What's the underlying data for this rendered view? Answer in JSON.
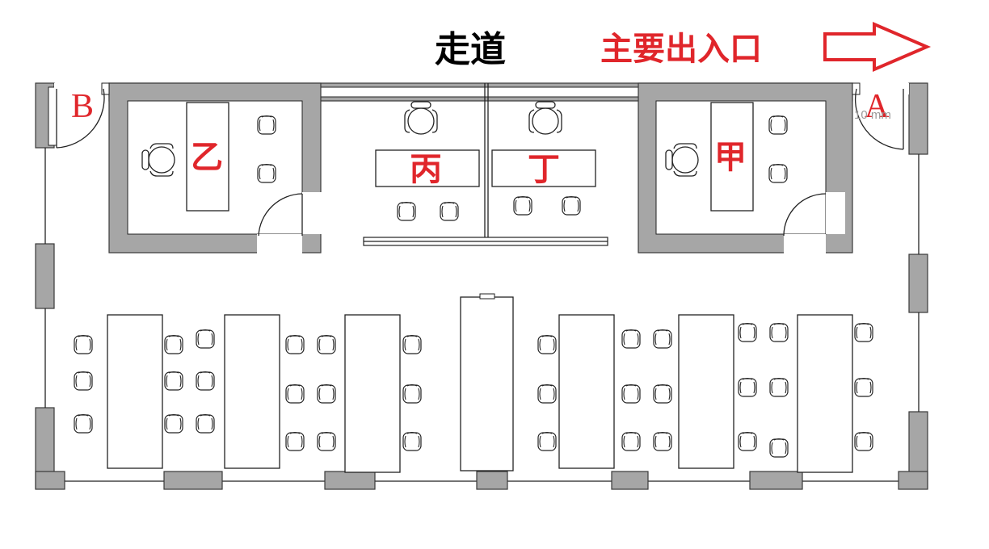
{
  "corridor_label": "走道",
  "main_entrance_label": "主要出入口",
  "door_labels": {
    "a": "A",
    "b": "B"
  },
  "dimension_label": "10 mm",
  "offices": {
    "jia": "甲",
    "yi": "乙",
    "bing": "丙",
    "ding": "丁"
  },
  "colors": {
    "label_red": "#e0262b",
    "wall_gray": "#a6a6a6",
    "line": "#222222"
  },
  "icons": [
    "arrow-right-icon",
    "chair-icon",
    "executive-chair-icon",
    "door-swing-icon"
  ]
}
